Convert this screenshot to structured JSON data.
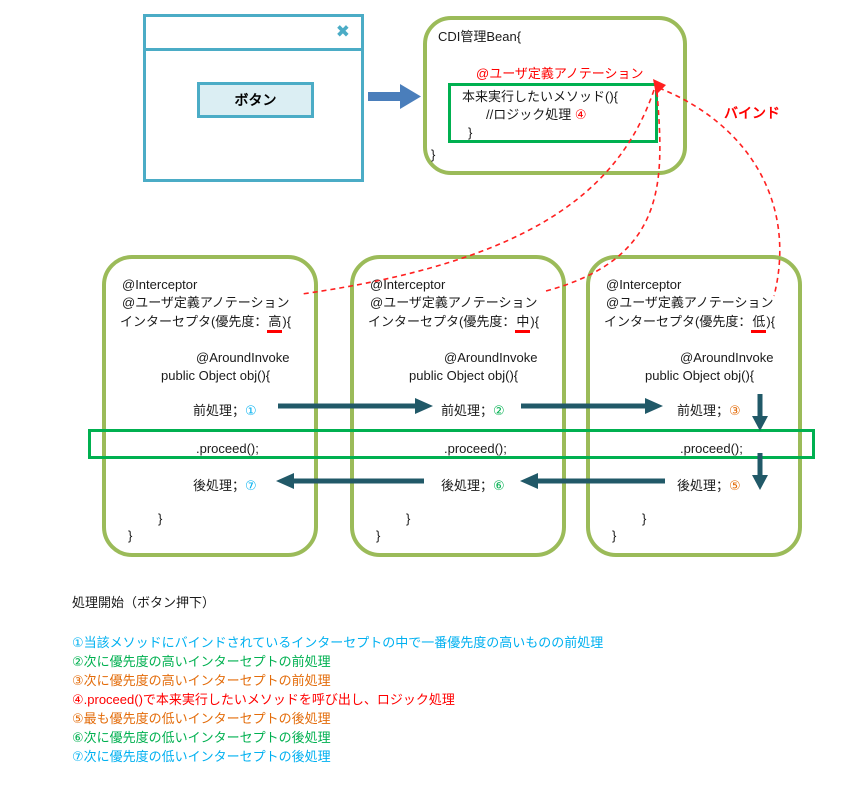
{
  "colors": {
    "window_teal": "#4BACC6",
    "button_fill": "#DBEEF3",
    "block_arrow_blue": "#4A7EBB",
    "olive_border": "#9BBB59",
    "highlight_green": "#00B050",
    "flow_arrow_teal": "#215968",
    "annotation_red": "#FF0000",
    "step_blue": "#00B0F0",
    "step_green": "#00B050",
    "step_orange": "#E36C0A"
  },
  "window": {
    "close_icon": "✖",
    "button_label": "ボタン"
  },
  "cdi_bean": {
    "title": "CDI管理Bean{",
    "annotation": "@ユーザ定義アノテーション",
    "method_line": "本来実行したいメソッド(){",
    "logic_comment": "//ロジック処理 ",
    "logic_step": "④",
    "inner_close": "}",
    "outer_close": "}"
  },
  "bind_label": "バインド",
  "interceptors": [
    {
      "decorator": "@Interceptor",
      "annotation": "@ユーザ定義アノテーション",
      "header_pre": "インターセプタ(優先度：",
      "priority": "高",
      "header_post": "){",
      "around_invoke": "@AroundInvoke",
      "method_sig": "public Object obj(){",
      "pre_label": "前処理；",
      "pre_step": "①",
      "proceed": ".proceed();",
      "post_label": "後処理；",
      "post_step": "⑦",
      "inner_close": "}",
      "outer_close": "}"
    },
    {
      "decorator": "@Interceptor",
      "annotation": "@ユーザ定義アノテーション",
      "header_pre": "インターセプタ(優先度：",
      "priority": "中",
      "header_post": "){",
      "around_invoke": "@AroundInvoke",
      "method_sig": "public Object obj(){",
      "pre_label": "前処理；",
      "pre_step": "②",
      "proceed": ".proceed();",
      "post_label": "後処理；",
      "post_step": "⑥",
      "inner_close": "}",
      "outer_close": "}"
    },
    {
      "decorator": "@Interceptor",
      "annotation": "@ユーザ定義アノテーション",
      "header_pre": "インターセプタ(優先度：",
      "priority": "低",
      "header_post": "){",
      "around_invoke": "@AroundInvoke",
      "method_sig": "public Object obj(){",
      "pre_label": "前処理；",
      "pre_step": "③",
      "proceed": ".proceed();",
      "post_label": "後処理；",
      "post_step": "⑤",
      "inner_close": "}",
      "outer_close": "}"
    }
  ],
  "notes": {
    "title": "処理開始（ボタン押下）",
    "items": [
      {
        "text": "①当該メソッドにバインドされているインターセプトの中で一番優先度の高いものの前処理",
        "color": "#00B0F0"
      },
      {
        "text": "②次に優先度の高いインターセプトの前処理",
        "color": "#00B050"
      },
      {
        "text": "③次に優先度の高いインターセプトの前処理",
        "color": "#E36C0A"
      },
      {
        "text": "④.proceed()で本来実行したいメソッドを呼び出し、ロジック処理",
        "color": "#FF0000"
      },
      {
        "text": "⑤最も優先度の低いインターセプトの後処理",
        "color": "#E36C0A"
      },
      {
        "text": "⑥次に優先度の低いインターセプトの後処理",
        "color": "#00B050"
      },
      {
        "text": "⑦次に優先度の低いインターセプトの後処理",
        "color": "#00B0F0"
      }
    ]
  }
}
